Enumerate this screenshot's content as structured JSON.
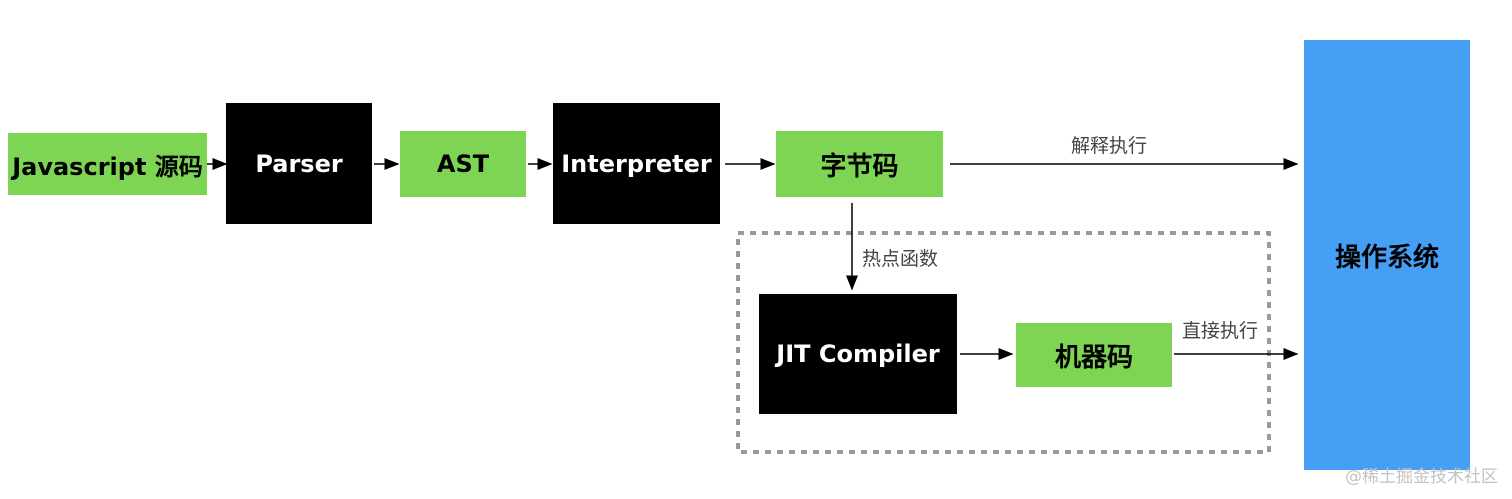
{
  "colors": {
    "stage_green": "#7ed553",
    "stage_black": "#000000",
    "os_blue": "#45a0f5",
    "dashed_border": "#999999"
  },
  "nodes": {
    "source": "Javascript 源码",
    "parser": "Parser",
    "ast": "AST",
    "interpreter": "Interpreter",
    "bytecode": "字节码",
    "jit": "JIT Compiler",
    "machine_code": "机器码",
    "os": "操作系统"
  },
  "edges": {
    "interpret_exec": "解释执行",
    "hot_function": "热点函数",
    "direct_exec": "直接执行"
  },
  "watermark": "@稀土掘金技术社区"
}
